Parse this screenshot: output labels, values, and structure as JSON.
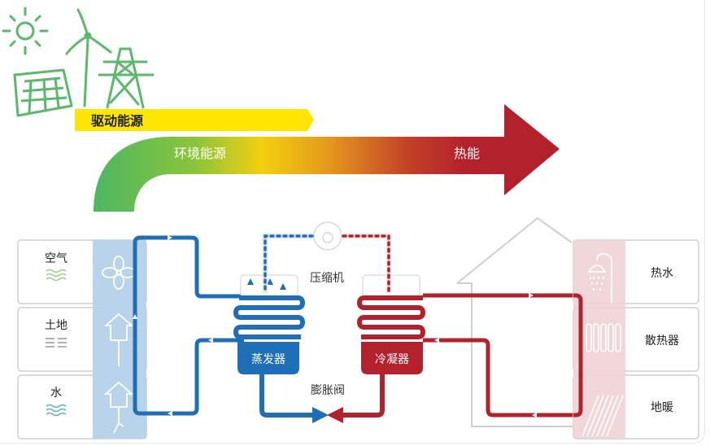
{
  "title_banner": {
    "driving_energy": "驱动能源",
    "environment_energy": "环境能源",
    "heat_energy": "热能"
  },
  "sources": [
    {
      "label": "空气",
      "icon": "fan-icon"
    },
    {
      "label": "土地",
      "icon": "ground-probe-icon"
    },
    {
      "label": "水",
      "icon": "water-well-icon"
    }
  ],
  "components": {
    "compressor": "压缩机",
    "evaporator": "蒸发器",
    "condenser": "冷凝器",
    "expansion_valve": "膨胀阀"
  },
  "outputs": [
    {
      "label": "热水",
      "icon": "shower-icon"
    },
    {
      "label": "散热器",
      "icon": "radiator-icon"
    },
    {
      "label": "地暖",
      "icon": "floor-heating-icon"
    }
  ],
  "colors": {
    "green": "#4cb862",
    "yellow": "#ffe600",
    "red": "#b3212d",
    "blue": "#1f6fb8",
    "source_panel": "#b9d3ea",
    "output_panel": "#f0d3d5"
  }
}
